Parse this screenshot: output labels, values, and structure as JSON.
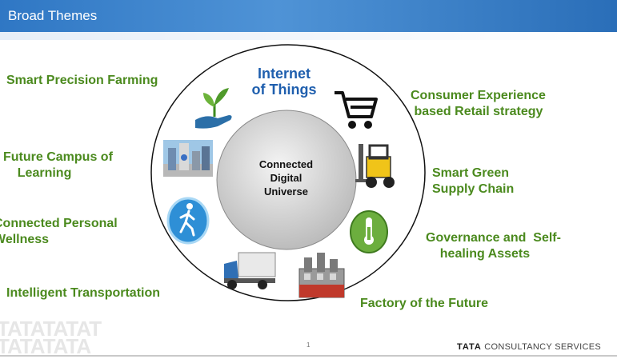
{
  "header": {
    "title": "Broad Themes"
  },
  "center": {
    "iot_line1": "Internet",
    "iot_line2": "of Things",
    "hub_line1": "Connected",
    "hub_line2": "Digital",
    "hub_line3": "Universe"
  },
  "themes": {
    "farming": "Smart Precision Farming",
    "campus": "Future Campus of\n    Learning",
    "wellness": "Connected Personal\nWellness",
    "transport": "Intelligent Transportation",
    "retail": "Consumer Experience\n based Retail strategy",
    "supply": "Smart Green\nSupply Chain",
    "governance": "Governance and  Self-\n    healing Assets",
    "factory": "Factory of the Future"
  },
  "icons": [
    "plant-hand-icon",
    "cart-icon",
    "campus-photo-icon",
    "forklift-icon",
    "walking-person-icon",
    "thermometer-icon",
    "truck-icon",
    "factory-icon"
  ],
  "footer": {
    "page_number": "1",
    "brand_bold": "TATA",
    "brand_rest": " CONSULTANCY SERVICES"
  },
  "colors": {
    "header": "#2f77c4",
    "theme_text": "#4b8a1e",
    "iot_text": "#1f5fae"
  }
}
